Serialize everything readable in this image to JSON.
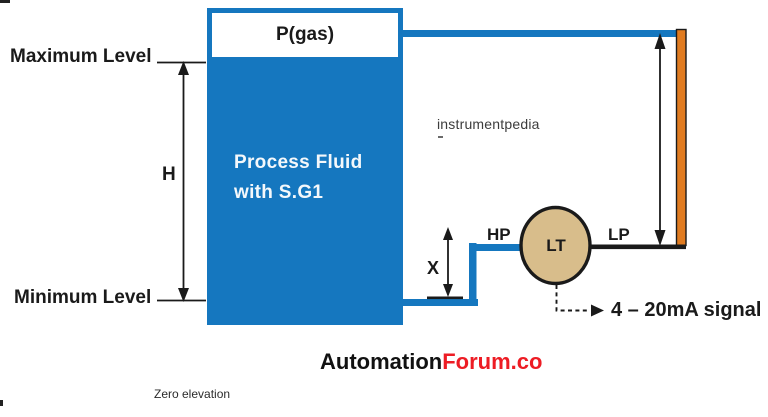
{
  "diagram": {
    "tank": {
      "gas_label": "P(gas)",
      "fluid_label_line1": "Process Fluid",
      "fluid_label_line2": "with S.G1"
    },
    "levels": {
      "max_label": "Maximum Level",
      "min_label": "Minimum Level",
      "height_dim_label": "H",
      "x_dim_label": "X"
    },
    "transmitter": {
      "tag": "LT",
      "hp_label": "HP",
      "lp_label": "LP",
      "signal_label": "4 – 20mA signal"
    },
    "watermark": "instrumentpedia",
    "footer": {
      "brand_black": "Automation",
      "brand_red": "Forum.co",
      "zero_elevation_label": "Zero elevation"
    },
    "colors": {
      "tank_blue": "#1577BF",
      "pipe_blue": "#1577BF",
      "reference_column_orange": "#E07B20",
      "transmitter_tan": "#D8BD8B",
      "brand_red": "#ED1C24",
      "line_black": "#1a1a1a"
    }
  }
}
